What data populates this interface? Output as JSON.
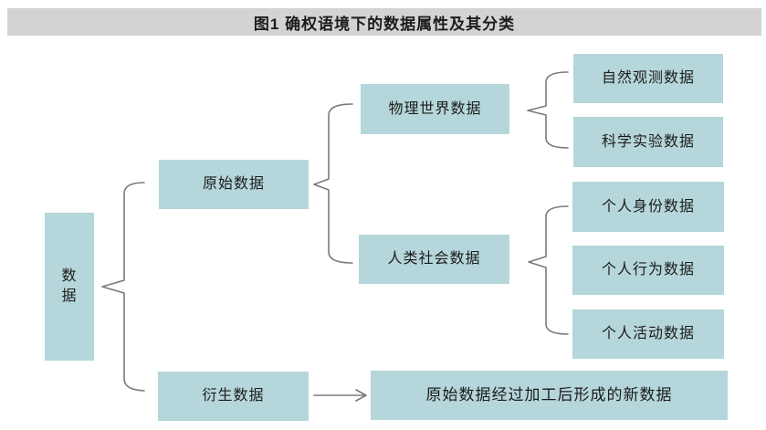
{
  "figure_title": "图1  确权语境下的数据属性及其分类",
  "colors": {
    "node_fill": "#b5d6da",
    "title_band": "#d2d3d2",
    "line": "#7a7a7a",
    "text": "#1c1c1c",
    "background": "#ffffff"
  },
  "tree": {
    "root": {
      "label": "数据"
    },
    "raw": {
      "label": "原始数据",
      "physical": {
        "label": "物理世界数据",
        "children": {
          "natural": "自然观测数据",
          "science": "科学实验数据"
        }
      },
      "social": {
        "label": "人类社会数据",
        "children": {
          "identity": "个人身份数据",
          "behavior": "个人行为数据",
          "activity": "个人活动数据"
        }
      }
    },
    "derived": {
      "label": "衍生数据",
      "note": "原始数据经过加工后形成的新数据"
    }
  }
}
